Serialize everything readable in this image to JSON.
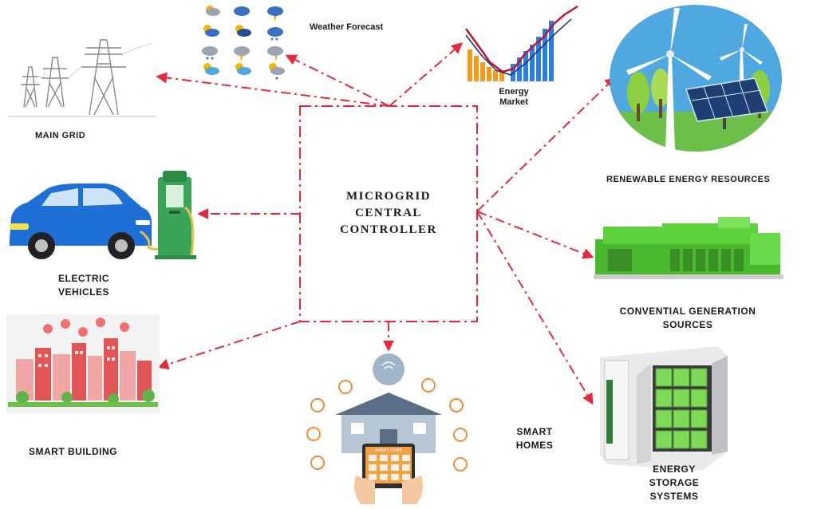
{
  "controller": {
    "lines": [
      "MICROGRID",
      "CENTRAL",
      "CONTROLLER"
    ]
  },
  "labels": {
    "weather": "Weather Forecast",
    "energy_market": [
      "Energy",
      "Market"
    ],
    "main_grid": "MAIN GRID",
    "electric_vehicles": [
      "ELECTRIC",
      "VEHICLES"
    ],
    "smart_building": "SMART BUILDING",
    "smart_homes": [
      "SMART",
      "HOMES"
    ],
    "renewable": "RENEWABLE ENERGY RESOURCES",
    "conventional": [
      "CONVENTIAL GENERATION",
      "SOURCES"
    ],
    "storage": [
      "ENERGY",
      "STORAGE",
      "SYSTEMS"
    ]
  },
  "colors": {
    "arrow": "#e8283c",
    "ev_car": "#1e6fd6",
    "charger": "#3aa655",
    "generator": "#5dd23b",
    "battery": "#7ed957",
    "sky": "#4fa8e0",
    "grass": "#6cc04a"
  },
  "icons": [
    "weather-icon",
    "energy-market-chart-icon",
    "power-tower-icon",
    "electric-car-icon",
    "charging-station-icon",
    "smart-city-icon",
    "smart-home-icon",
    "wind-solar-icon",
    "generator-icon",
    "battery-storage-icon"
  ]
}
